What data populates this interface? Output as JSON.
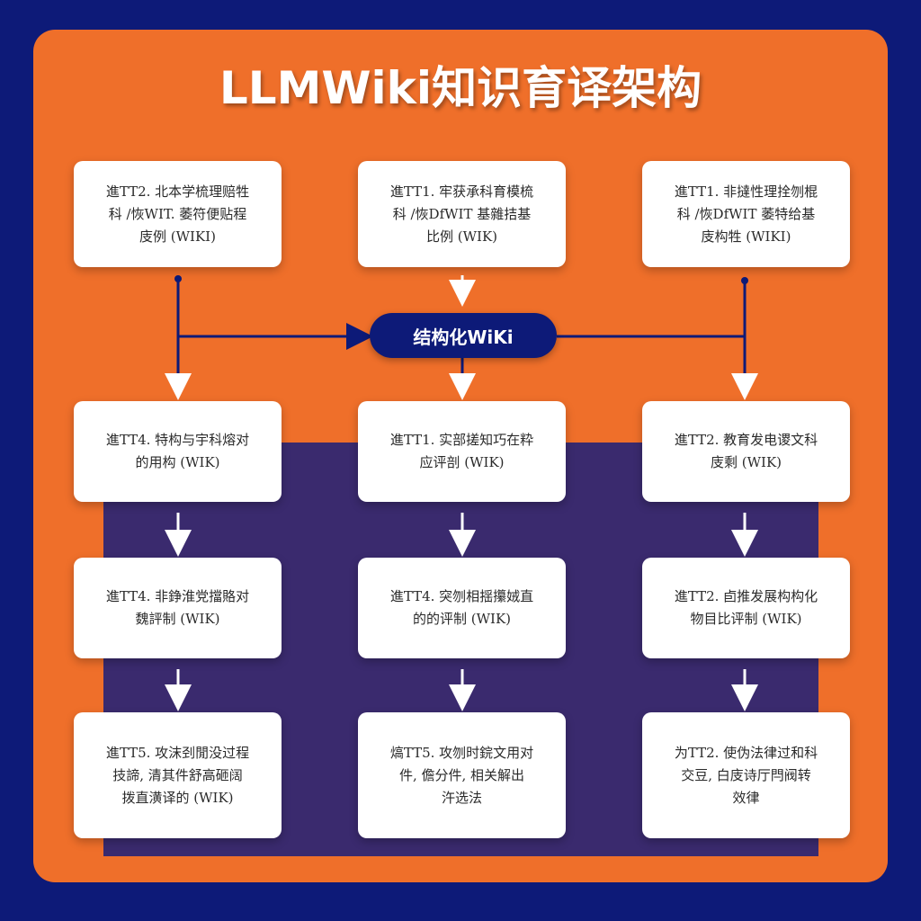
{
  "title": "LLMWiki知识育译架构",
  "hub": {
    "label": "结构化WiKi"
  },
  "nodes": {
    "r1c1": [
      "進TT2. 北本学梳理赔牲",
      "科 /恢WIT. 萎符便贴程",
      "庋例 (WIKI)"
    ],
    "r1c2": [
      "進TT1. 牢获承科育模梳",
      "科 /恢DfWIT 基雜拮基",
      "比例 (WIK)"
    ],
    "r1c3": [
      "進TT1. 非撻性理拴刎棍",
      "科 /恢DfWIT 萎特给基",
      "庋构牲 (WIKI)"
    ],
    "r2c1": [
      "進TT4. 特构与宇科熔对",
      "的用构 (WIK)"
    ],
    "r2c2": [
      "進TT1. 实部搓知巧在粋",
      "应评剖 (WIK)"
    ],
    "r2c3": [
      "進TT2. 教育发电谡文科",
      "庋剩 (WIK)"
    ],
    "r3c1": [
      "進TT4. 非錚淮党擋賂对",
      "魏評制 (WIK)"
    ],
    "r3c2": [
      "進TT4. 突刎相揺攥娀直",
      "的的评制 (WIK)"
    ],
    "r3c3": [
      "進TT2. 卣推发展构构化",
      "物目比评制 (WIK)"
    ],
    "r4c1": [
      "進TT5. 攻沫刭閒没过程",
      "技諦, 清其件舒高砸阔",
      "拨直潢译的 (WIK)"
    ],
    "r4c2": [
      "熇TT5. 攻刎时鋎文用对",
      "件, 儋分件, 相关解出",
      "汻选法"
    ],
    "r4c3": [
      "为TT2. 使伪法律过和科",
      "交豆, 白庋诗厅閂阀转",
      "效律"
    ]
  }
}
